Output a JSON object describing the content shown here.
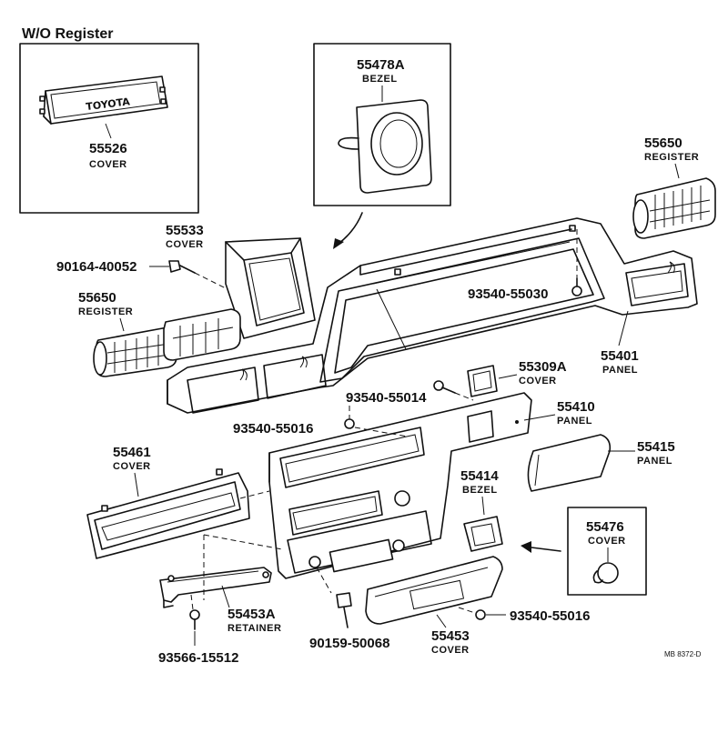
{
  "header": {
    "title": "W/O Register"
  },
  "logo_text": "TOYOTA",
  "diagram_ref": "MB 8372-D",
  "parts": {
    "cover_55526": {
      "number": "55526",
      "name": "COVER"
    },
    "bezel_55478a": {
      "number": "55478A",
      "name": "BEZEL"
    },
    "register_55650_right": {
      "number": "55650",
      "name": "REGISTER"
    },
    "cover_55533": {
      "number": "55533",
      "name": "COVER"
    },
    "bolt_90164": {
      "number": "90164-40052"
    },
    "register_55650_left": {
      "number": "55650",
      "name": "REGISTER"
    },
    "screw_93540_55030": {
      "number": "93540-55030"
    },
    "panel_55401": {
      "number": "55401",
      "name": "PANEL"
    },
    "cover_55309a": {
      "number": "55309A",
      "name": "COVER"
    },
    "screw_93540_55014": {
      "number": "93540-55014"
    },
    "panel_55410": {
      "number": "55410",
      "name": "PANEL"
    },
    "screw_93540_55016_top": {
      "number": "93540-55016"
    },
    "cover_55461": {
      "number": "55461",
      "name": "COVER"
    },
    "panel_55415": {
      "number": "55415",
      "name": "PANEL"
    },
    "bezel_55414": {
      "number": "55414",
      "name": "BEZEL"
    },
    "cover_55476": {
      "number": "55476",
      "name": "COVER"
    },
    "retainer_55453a": {
      "number": "55453A",
      "name": "RETAINER"
    },
    "screw_93540_55016_bottom": {
      "number": "93540-55016"
    },
    "screw_93566": {
      "number": "93566-15512"
    },
    "bolt_90159": {
      "number": "90159-50068"
    },
    "cover_55453": {
      "number": "55453",
      "name": "COVER"
    }
  }
}
